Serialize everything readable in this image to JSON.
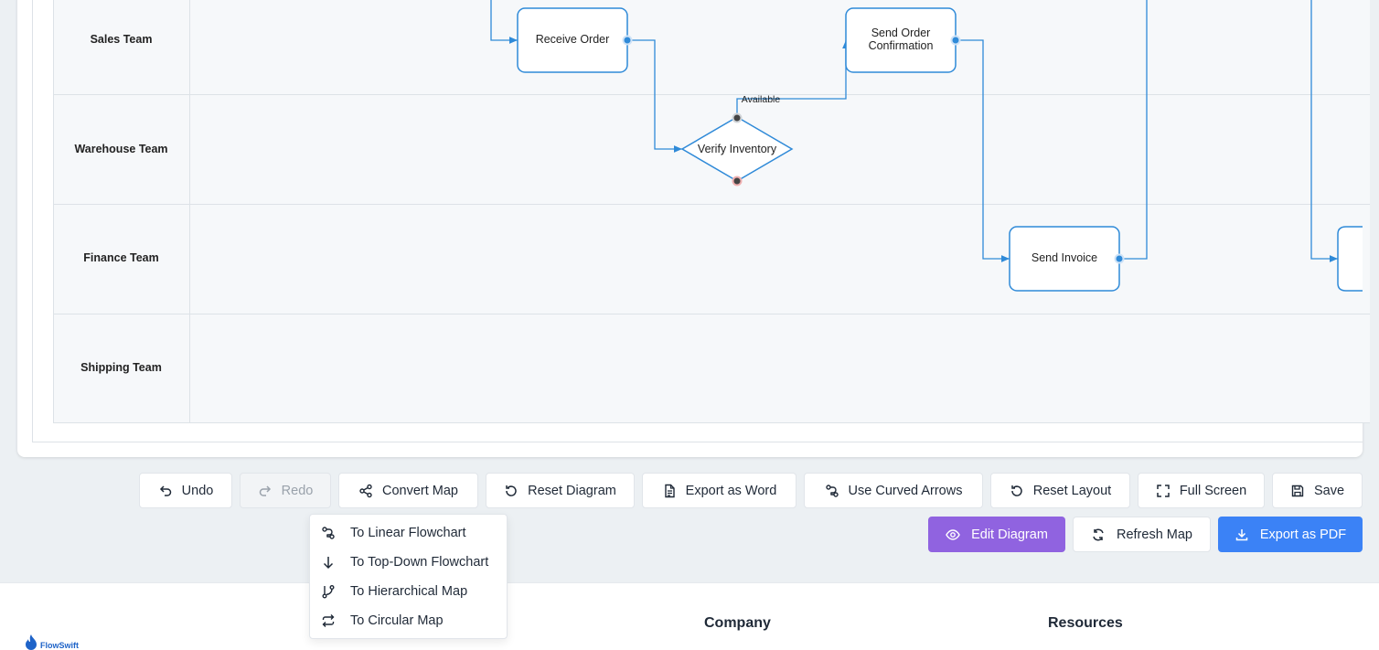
{
  "lanes": [
    "Sales Team",
    "Warehouse Team",
    "Finance Team",
    "Shipping Team"
  ],
  "nodes": {
    "receive_order": "Receive Order",
    "verify_inventory": "Verify Inventory",
    "send_confirmation_line1": "Send Order",
    "send_confirmation_line2": "Confirmation",
    "send_invoice": "Send Invoice"
  },
  "edge_labels": {
    "available": "Available"
  },
  "toolbar": {
    "undo": "Undo",
    "redo": "Redo",
    "convert_map": "Convert Map",
    "reset_diagram": "Reset Diagram",
    "export_word": "Export as Word",
    "curved_arrows": "Use Curved Arrows",
    "reset_layout": "Reset Layout",
    "full_screen": "Full Screen",
    "save": "Save"
  },
  "actions": {
    "edit_diagram": "Edit Diagram",
    "refresh_map": "Refresh Map",
    "export_pdf": "Export as PDF"
  },
  "convert_menu": [
    "To Linear Flowchart",
    "To Top-Down Flowchart",
    "To Hierarchical Map",
    "To Circular Map"
  ],
  "footer": {
    "logo_text": "FlowSwift",
    "company": "Company",
    "resources": "Resources"
  },
  "colors": {
    "accent": "#3b82f6",
    "edit": "#9063e0",
    "diagram_line": "#2f8ad8"
  }
}
